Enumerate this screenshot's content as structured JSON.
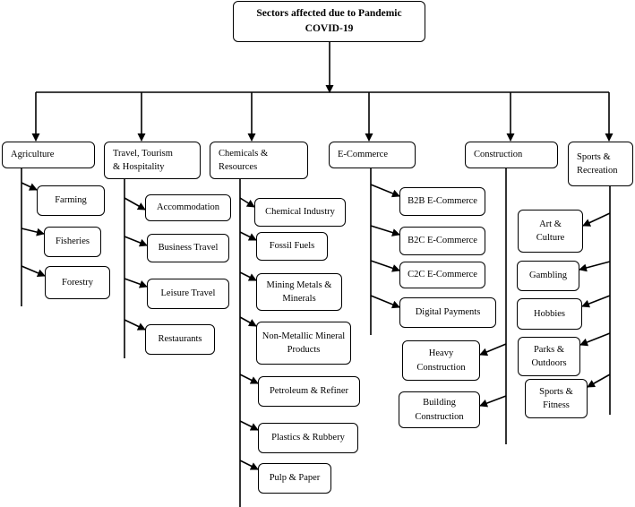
{
  "root": {
    "label": "Sectors affected due to Pandemic\nCOVID-19"
  },
  "sectors": [
    {
      "label": "Agriculture",
      "items": [
        "Farming",
        "Fisheries",
        "Forestry"
      ]
    },
    {
      "label": "Travel, Tourism\n& Hospitality",
      "items": [
        "Accommodation",
        "Business Travel",
        "Leisure Travel",
        "Restaurants"
      ]
    },
    {
      "label": "Chemicals &\nResources",
      "items": [
        "Chemical Industry",
        "Fossil Fuels",
        "Mining Metals &\nMinerals",
        "Non-Metallic Mineral\nProducts",
        "Petroleum & Refiner",
        "Plastics & Rubbery",
        "Pulp & Paper"
      ]
    },
    {
      "label": "E-Commerce",
      "items": [
        "B2B E-Commerce",
        "B2C E-Commerce",
        "C2C E-Commerce",
        "Digital Payments"
      ]
    },
    {
      "label": "Construction",
      "items": [
        "Heavy\nConstruction",
        "Building\nConstruction"
      ]
    },
    {
      "label": "Sports &\nRecreation",
      "items": [
        "Art &\nCulture",
        "Gambling",
        "Hobbies",
        "Parks &\nOutdoors",
        "Sports &\nFitness"
      ]
    }
  ]
}
